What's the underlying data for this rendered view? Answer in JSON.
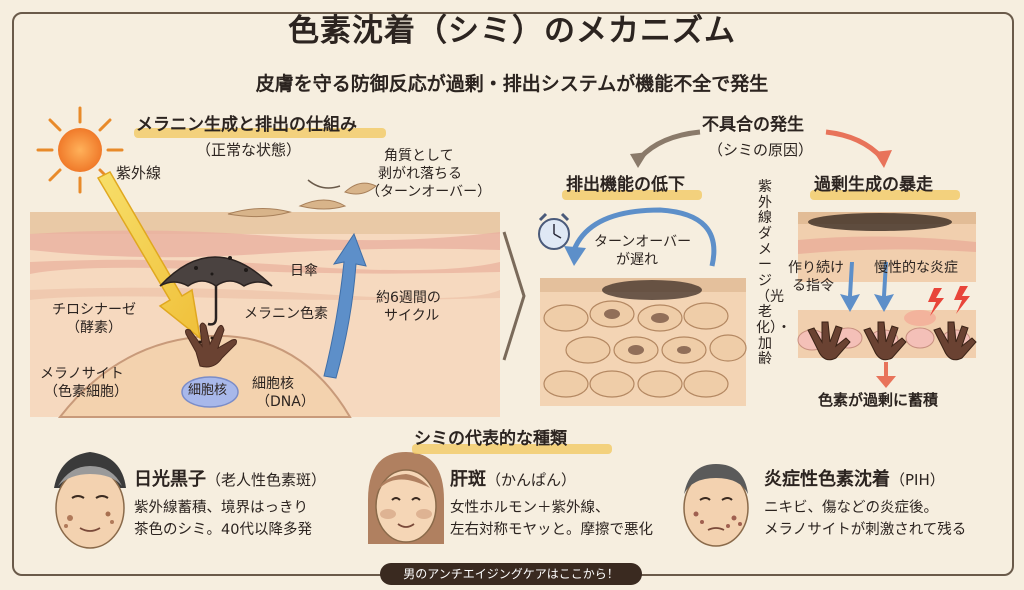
{
  "header": {
    "title": "色素沈着（シミ）のメカニズム",
    "subtitle": "皮膚を守る防御反応が過剰・排出システムが機能不全で発生"
  },
  "left_panel": {
    "heading": "メラニン生成と排出の仕組み",
    "heading_note": "（正常な状態）",
    "uv": "紫外線",
    "parasol": "日傘",
    "melanin_pigment": "メラニン色素",
    "tyrosinase": "チロシナーゼ",
    "tyrosinase_note": "（酵素）",
    "melanocyte": "メラノサイト",
    "melanocyte_note": "（色素細胞）",
    "nucleus_inner": "細胞核",
    "nucleus": "細胞核",
    "nucleus_note": "（DNA）",
    "cycle": "約6週間の",
    "cycle_2": "サイクル",
    "keratin_1": "角質として",
    "keratin_2": "剥がれ落ちる",
    "keratin_3": "（ターンオーバー）"
  },
  "right_panel": {
    "heading": "不具合の発生",
    "heading_note": "（シミの原因）",
    "left_heading": "排出機能の低下",
    "turnover_1": "ターンオーバー",
    "turnover_2": "が遅れ",
    "vertical_text": "紫外線ダメージ（光老化）・加齢",
    "right_heading": "過剰生成の暴走",
    "keep_making_1": "作り続け",
    "keep_making_2": "る指令",
    "inflammation": "慢性的な炎症",
    "accumulation": "色素が過剰に蓄積"
  },
  "types": {
    "heading": "シミの代表的な種類",
    "items": [
      {
        "name": "日光黒子",
        "sub": "（老人性色素斑）",
        "line1": "紫外線蓄積、境界はっきり",
        "line2": "茶色のシミ。40代以降多発"
      },
      {
        "name": "肝斑",
        "sub": "（かんぱん）",
        "line1": "女性ホルモン＋紫外線、",
        "line2": "左右対称モヤッと。摩擦で悪化"
      },
      {
        "name": "炎症性色素沈着",
        "sub": "（PIH）",
        "line1": "ニキビ、傷などの炎症後。",
        "line2": "メラノサイトが刺激されて残る"
      }
    ]
  },
  "footer": {
    "label": "男のアンチエイジングケアはここから！"
  },
  "colors": {
    "accent": "#f2c75c",
    "skin": "#f3d4b4",
    "melanin": "#5a3a2a",
    "arrow_blue": "#5d8fc9",
    "arrow_red": "#e8735a"
  }
}
